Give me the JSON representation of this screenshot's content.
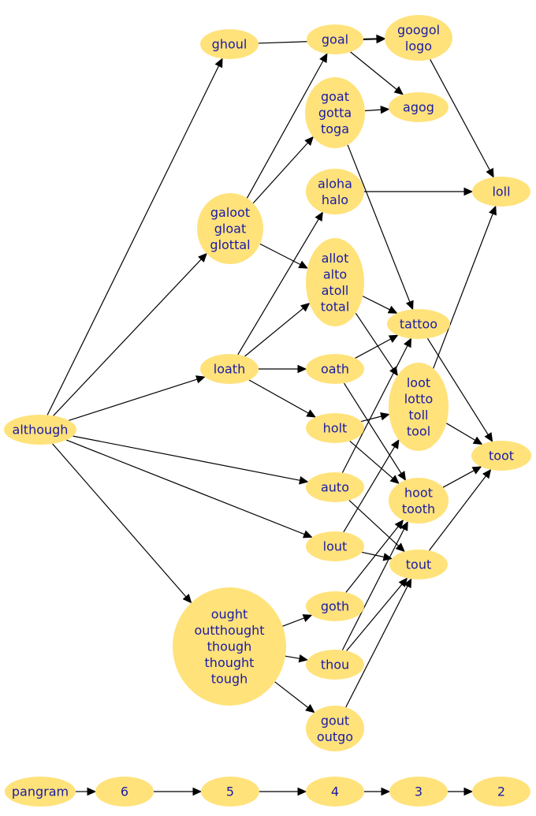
{
  "diagram": {
    "type": "directed-graph",
    "colors": {
      "node_fill": "#ffe27a",
      "label": "#1a1aa6",
      "edge": "#000000",
      "background": "#ffffff"
    },
    "nodes": [
      {
        "id": "although",
        "lines": [
          "although"
        ]
      },
      {
        "id": "ghoul",
        "lines": [
          "ghoul"
        ]
      },
      {
        "id": "galoot",
        "lines": [
          "galoot",
          "gloat",
          "glottal"
        ]
      },
      {
        "id": "loath",
        "lines": [
          "loath"
        ]
      },
      {
        "id": "ought",
        "lines": [
          "ought",
          "outthought",
          "though",
          "thought",
          "tough"
        ]
      },
      {
        "id": "goal",
        "lines": [
          "goal"
        ]
      },
      {
        "id": "goat",
        "lines": [
          "goat",
          "gotta",
          "toga"
        ]
      },
      {
        "id": "aloha",
        "lines": [
          "aloha",
          "halo"
        ]
      },
      {
        "id": "allot",
        "lines": [
          "allot",
          "alto",
          "atoll",
          "total"
        ]
      },
      {
        "id": "oath",
        "lines": [
          "oath"
        ]
      },
      {
        "id": "holt",
        "lines": [
          "holt"
        ]
      },
      {
        "id": "auto",
        "lines": [
          "auto"
        ]
      },
      {
        "id": "lout",
        "lines": [
          "lout"
        ]
      },
      {
        "id": "goth",
        "lines": [
          "goth"
        ]
      },
      {
        "id": "thou",
        "lines": [
          "thou"
        ]
      },
      {
        "id": "gout",
        "lines": [
          "gout",
          "outgo"
        ]
      },
      {
        "id": "googol",
        "lines": [
          "googol",
          "logo"
        ]
      },
      {
        "id": "agog",
        "lines": [
          "agog"
        ]
      },
      {
        "id": "tattoo",
        "lines": [
          "tattoo"
        ]
      },
      {
        "id": "loot",
        "lines": [
          "loot",
          "lotto",
          "toll",
          "tool"
        ]
      },
      {
        "id": "hoot",
        "lines": [
          "hoot",
          "tooth"
        ]
      },
      {
        "id": "tout",
        "lines": [
          "tout"
        ]
      },
      {
        "id": "loll",
        "lines": [
          "loll"
        ]
      },
      {
        "id": "toot",
        "lines": [
          "toot"
        ]
      },
      {
        "id": "pangram",
        "lines": [
          "pangram"
        ]
      },
      {
        "id": "n6",
        "lines": [
          "6"
        ]
      },
      {
        "id": "n5",
        "lines": [
          "5"
        ]
      },
      {
        "id": "n4",
        "lines": [
          "4"
        ]
      },
      {
        "id": "n3",
        "lines": [
          "3"
        ]
      },
      {
        "id": "n2",
        "lines": [
          "2"
        ]
      }
    ],
    "edges": [
      [
        "although",
        "ghoul"
      ],
      [
        "although",
        "galoot"
      ],
      [
        "although",
        "loath"
      ],
      [
        "although",
        "auto"
      ],
      [
        "although",
        "lout"
      ],
      [
        "although",
        "ought"
      ],
      [
        "ghoul",
        "googol"
      ],
      [
        "galoot",
        "goal"
      ],
      [
        "galoot",
        "goat"
      ],
      [
        "galoot",
        "allot"
      ],
      [
        "goal",
        "googol"
      ],
      [
        "goal",
        "agog"
      ],
      [
        "goat",
        "agog"
      ],
      [
        "goat",
        "tattoo"
      ],
      [
        "aloha",
        "loll"
      ],
      [
        "googol",
        "loll"
      ],
      [
        "loath",
        "aloha"
      ],
      [
        "loath",
        "allot"
      ],
      [
        "loath",
        "oath"
      ],
      [
        "loath",
        "holt"
      ],
      [
        "allot",
        "tattoo"
      ],
      [
        "allot",
        "loot"
      ],
      [
        "oath",
        "tattoo"
      ],
      [
        "oath",
        "hoot"
      ],
      [
        "holt",
        "loot"
      ],
      [
        "holt",
        "hoot"
      ],
      [
        "auto",
        "tattoo"
      ],
      [
        "auto",
        "tout"
      ],
      [
        "lout",
        "loot"
      ],
      [
        "lout",
        "tout"
      ],
      [
        "ought",
        "goth"
      ],
      [
        "ought",
        "thou"
      ],
      [
        "ought",
        "gout"
      ],
      [
        "goth",
        "hoot"
      ],
      [
        "thou",
        "hoot"
      ],
      [
        "thou",
        "tout"
      ],
      [
        "gout",
        "tout"
      ],
      [
        "tattoo",
        "toot"
      ],
      [
        "loot",
        "loll"
      ],
      [
        "loot",
        "toot"
      ],
      [
        "hoot",
        "toot"
      ],
      [
        "tout",
        "toot"
      ],
      [
        "pangram",
        "n6"
      ],
      [
        "n6",
        "n5"
      ],
      [
        "n5",
        "n4"
      ],
      [
        "n4",
        "n3"
      ],
      [
        "n3",
        "n2"
      ]
    ]
  }
}
